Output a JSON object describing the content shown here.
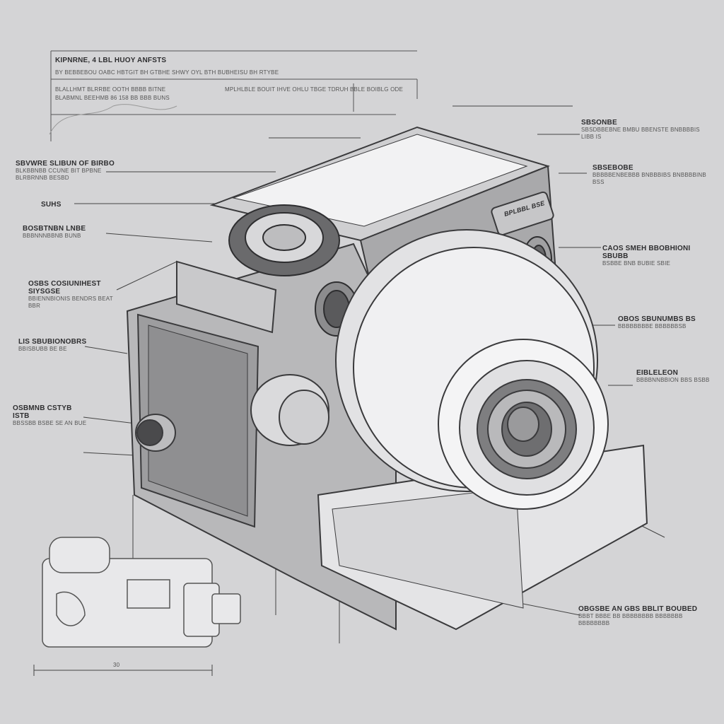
{
  "header": {
    "line1": "KIPNRNE, 4 LBL HUOY ANFSTS",
    "line2": "BY BEBBEBOU OABC HBTGIT BH GTBHE SHWY OYL BTH BUBHEISU BH RTYBE",
    "line3a": "BLALLHMT BLRRBE OOTH BBBB BITNE",
    "line3b": "BLABMNL BEEHMB 86 158 BB BBB BUNS",
    "line3c": "MPLHLBLE BOUIT IHVE OHLU TBGE TDRUH BBLE BOIBLG ODE"
  },
  "callouts": {
    "left": [
      {
        "title": "SBVWRE SLIBUN OF BIRBO",
        "detail": "BLKBBNBB CCUNE BIT BPBNE BLRBRNNB BESBD"
      },
      {
        "title": "SUHS",
        "detail": ""
      },
      {
        "title": "BOSBTNBN LNBE",
        "detail": "BBBNNNBBNB BUNB"
      },
      {
        "title": "OSBS COSIUNIHEST SIYSGSE",
        "detail": "BBIENNBIONIS BENDRS BEAT BBR"
      },
      {
        "title": "LIS SBUBIONOBRS",
        "detail": "BBISBUBB BE BE"
      },
      {
        "title": "OSBMNB CSTYB ISTB",
        "detail": "BBSSBB BSBE SE AN BUE"
      }
    ],
    "right": [
      {
        "title": "SBSONBE",
        "detail": "SBSDBBEBNE BMBU BBENSTE BNBBBBIS LIBB IS"
      },
      {
        "title": "SBSEBOBE",
        "detail": "BBBBBENBEBBB BNBBBIBS BNBBBBINB BSS"
      },
      {
        "title": "CAOS SMEH BBOBHIONI SBUBB",
        "detail": "BSBBE BNB BUBIE SBIE"
      },
      {
        "title": "OBOS SBUNUMBS BS",
        "detail": "BBBBBBBBE BBBBBBSB"
      },
      {
        "title": "EIBLELEON",
        "detail": "BBBBNNBBION BBS BSBB"
      },
      {
        "title": "OBGSBE AN GBS BBLIT BOUBED",
        "detail": "BBBT BBBE BB BBBBBBBB BBBBBBB BBBBBBBB"
      }
    ]
  },
  "camera": {
    "badge": "BPLBBL BSE"
  },
  "dimension": {
    "text": "30"
  },
  "colors": {
    "paper": "#d4d4d6",
    "ink": "#2e2e30",
    "body": "#b6b6b8",
    "lens": "#ececee"
  }
}
